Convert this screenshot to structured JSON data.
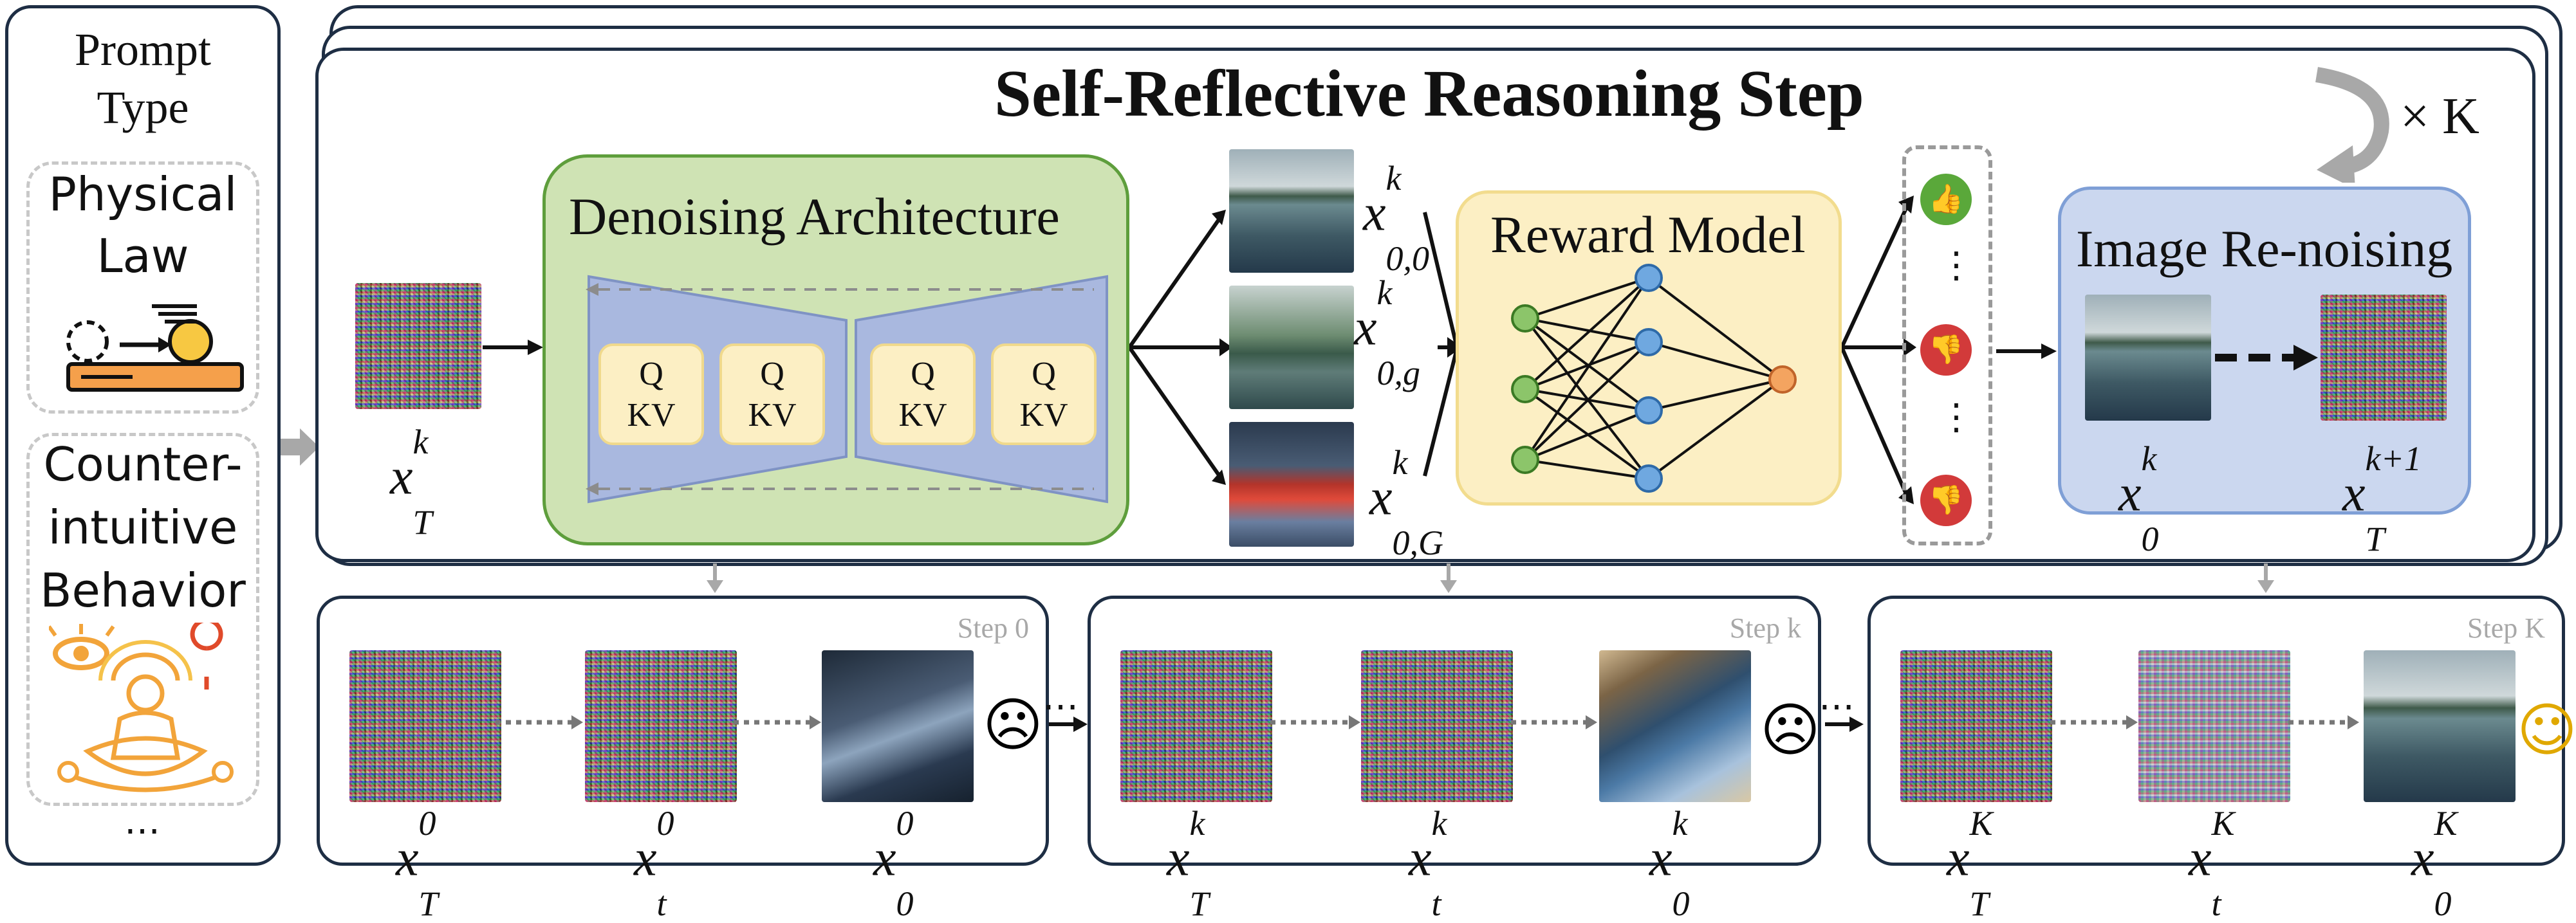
{
  "left_panel": {
    "title_line1": "Prompt",
    "title_line2": "Type",
    "physical_law_line1": "Physical",
    "physical_law_line2": "Law",
    "counter_line1": "Counter-",
    "counter_line2": "intuitive",
    "counter_line3": "Behavior",
    "more": "…"
  },
  "main": {
    "title": "Self-Reflective Reasoning Step",
    "repeat_label": "× K",
    "denoising": {
      "label": "Denoising Architecture",
      "qkv_q": "Q",
      "qkv_kv": "KV"
    },
    "reward": {
      "label": "Reward Model"
    },
    "renoise": {
      "label": "Image Re-noising"
    },
    "vdots": "⋮"
  },
  "steps": [
    {
      "label": "Step 0"
    },
    {
      "label": "Step k"
    },
    {
      "label": "Step K"
    }
  ],
  "between": "…",
  "colors": {
    "panel_border": "#1e2e44",
    "denoise_fill": "#cfe3b4",
    "denoise_border": "#5e9e3c",
    "reward_fill": "#fcefc4",
    "renoise_fill": "#cbd7ef",
    "encoder_fill": "#a9b8df",
    "node_green": "#8cc56a",
    "node_blue": "#6fa8e0",
    "node_orange": "#f4a460",
    "thumb_up": "#5aa83a",
    "thumb_down": "#d23a3a"
  }
}
